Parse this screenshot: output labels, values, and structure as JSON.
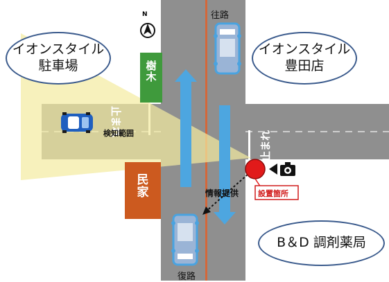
{
  "title": "",
  "labels": {
    "outbound": "往路",
    "return": "復路",
    "tree": [
      "樹",
      "木"
    ],
    "house": [
      "民",
      "家"
    ],
    "stop_side": "止まれ",
    "stop_main": "止まれ",
    "detection_range": "検知範囲",
    "info_provided": "情報提供",
    "install_location": "設置箇所"
  },
  "bubbles": {
    "aeon_parking": [
      "イオンスタイル",
      "駐車場"
    ],
    "aeon_toyota": [
      "イオンスタイル",
      "豊田店"
    ],
    "bd_pharmacy": "B＆D 調剤薬局"
  },
  "legend": {
    "north_letter": "N"
  },
  "icons": {
    "camera": "camera-icon",
    "north_arrow": "north-arrow-icon",
    "car": "car-icon",
    "bus": "bus-icon"
  },
  "colors": {
    "road": "#8f8f8f",
    "detection_zone": "#f3eba0",
    "arrow": "#4da6e0",
    "tree_block": "#3f9a3c",
    "house_block": "#cc5a1f",
    "sensor": "#e11a1a",
    "install_text": "#d11a1a",
    "bubble_border": "#3a5a8c",
    "road_centerline": "#d4673a"
  }
}
